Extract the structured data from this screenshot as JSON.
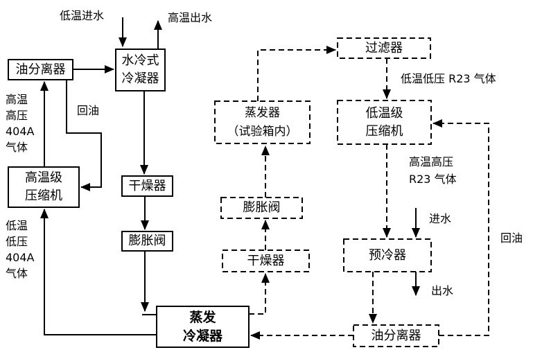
{
  "boxes": {
    "oil_separator_left": "油分离器",
    "water_cooled_condenser": "水冷式\n冷凝器",
    "ht_compressor": "高温级\n压缩机",
    "dryer_solid": "干燥器",
    "expansion_valve_solid": "膨胀阀",
    "evap_condenser": "蒸发\n冷凝器",
    "evaporator": "蒸发器\n（试验箱内）",
    "expansion_valve_dashed": "膨胀阀",
    "dryer_dashed": "干燥器",
    "filter": "过滤器",
    "lt_compressor": "低温级\n压缩机",
    "precooler": "预冷器",
    "oil_separator_right": "油分离器"
  },
  "labels": {
    "cold_water_in": "低温进水",
    "hot_water_out": "高温出水",
    "ht_hp_404a_gas": "高温\n高压\n404A\n气体",
    "oil_return_left": "回油",
    "lt_lp_404a_gas": "低温\n低压\n404A\n气体",
    "lt_lp_r23_gas": "低温低压 R23 气体",
    "ht_hp_r23_gas": "高温高压\nR23 气体",
    "water_in": "进水",
    "water_out": "出水",
    "oil_return_right": "回油"
  },
  "colors": {
    "line": "#000000",
    "background": "#ffffff",
    "text": "#000000"
  }
}
